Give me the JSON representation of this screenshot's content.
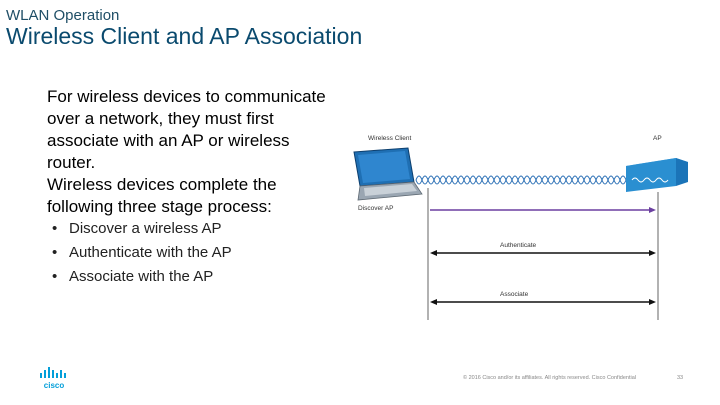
{
  "header": {
    "section": "WLAN Operation",
    "title": "Wireless Client and AP Association"
  },
  "body": {
    "paragraph1": "For wireless devices to communicate over a network, they must first associate with an AP or wireless router.",
    "paragraph2": "Wireless devices complete the following three stage process:",
    "bullets": [
      "Discover a wireless AP",
      "Authenticate with the AP",
      "Associate with the AP"
    ]
  },
  "diagram": {
    "client_label": "Wireless Client",
    "ap_label": "AP",
    "step1": "Discover AP",
    "step2": "Authenticate",
    "step3": "Associate",
    "icons": [
      "laptop-icon",
      "access-point-icon"
    ],
    "colors": {
      "wave": "#2a6fb5",
      "discover_arrow": "#6b3fa0",
      "arrow": "#111111",
      "ap": "#2a8fd1"
    }
  },
  "footer": {
    "copyright": "© 2016 Cisco and/or its affiliates. All rights reserved. Cisco Confidential",
    "page": "33"
  },
  "brand": {
    "logo_text": "cisco",
    "logo_color": "#049fd9"
  }
}
